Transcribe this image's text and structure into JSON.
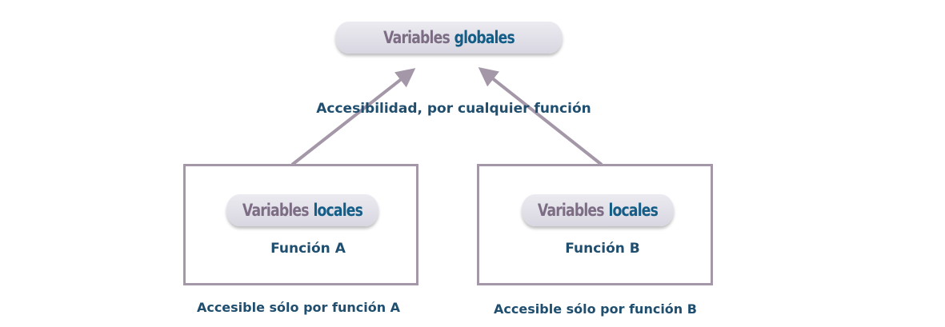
{
  "global_node": {
    "word1": "Variables",
    "word2": "globales"
  },
  "access_label": "Accesibilidad, por cualquier función",
  "functions": [
    {
      "pill_word1": "Variables",
      "pill_word2": "locales",
      "name": "Función A",
      "access": "Accesible sólo por función A"
    },
    {
      "pill_word1": "Variables",
      "pill_word2": "locales",
      "name": "Función B",
      "access": "Accesible sólo por función B"
    }
  ],
  "colors": {
    "title_gray": "#7c6d84",
    "title_blue": "#145d86",
    "text_blue": "#1f4e6e",
    "border": "#a497a8"
  }
}
